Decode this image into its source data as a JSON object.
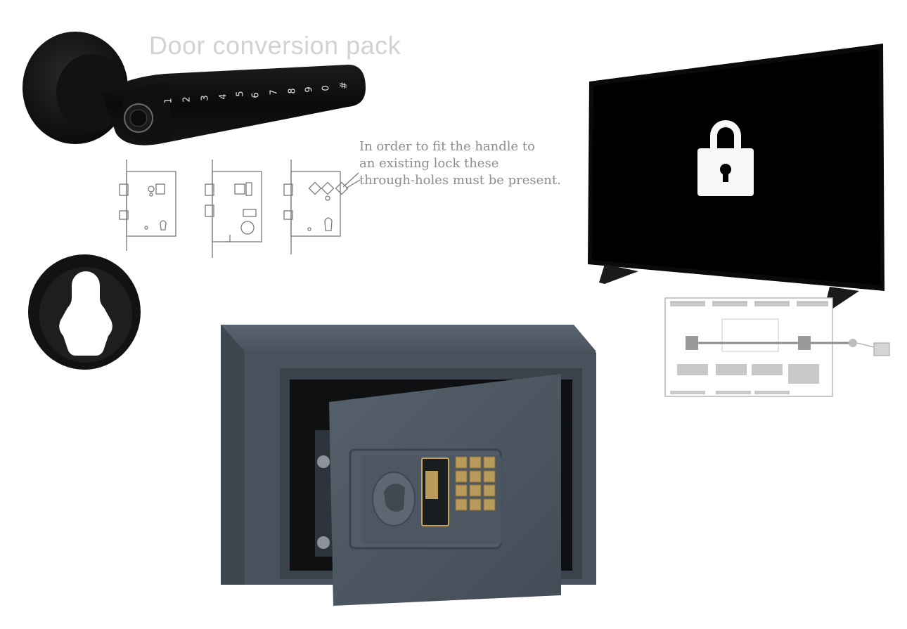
{
  "title": "Door conversion pack",
  "note": {
    "lines": [
      "In order to fit the handle to",
      "an existing lock these",
      "through-holes must be present."
    ]
  },
  "keypad": {
    "digits": [
      "1",
      "2",
      "3",
      "4",
      "5",
      "6",
      "7",
      "8",
      "9",
      "0",
      "#"
    ]
  },
  "icons": {
    "tv_screen_icon": "lock-icon",
    "handle": "smart-door-handle",
    "rose": "euro-cylinder-escutcheon",
    "safe": "electronic-safe"
  },
  "colors": {
    "title_text": "#d2d2d2",
    "note_text": "#8d8d8d",
    "safe_body": "#4c5661",
    "keypad_gold": "#b89a5a",
    "tv_screen": "#000000"
  }
}
